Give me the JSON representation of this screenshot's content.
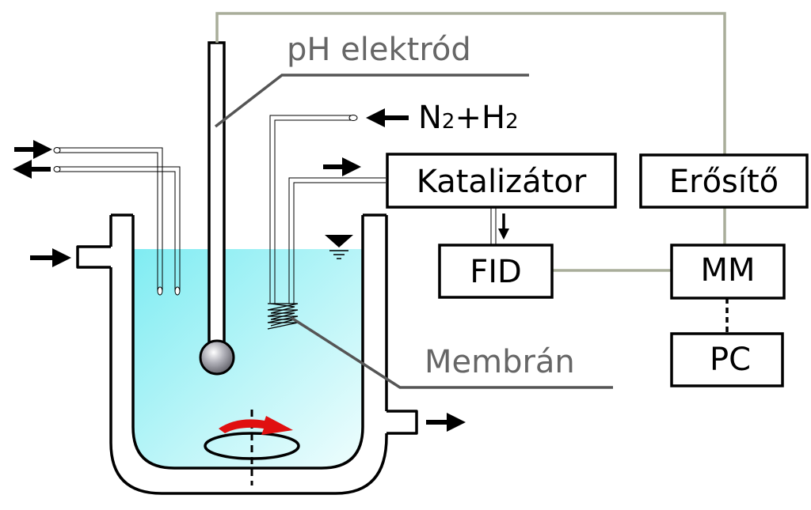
{
  "labels": {
    "ph_electrode": "pH elektród",
    "gas_main_n": "N",
    "gas_sub_n": "2",
    "gas_plus": "+",
    "gas_main_h": "H",
    "gas_sub_h": "2",
    "membrane": "Membrán"
  },
  "boxes": {
    "catalyst": "Katalizátor",
    "amplifier": "Erősítő",
    "fid": "FID",
    "mm": "MM",
    "pc": "PC"
  },
  "colors": {
    "liquid_top": "#7fecf2",
    "liquid_bottom": "#effdfd",
    "signal_wire": "#a9ad9a",
    "leader_line": "#555555",
    "label_gray": "#666666",
    "stir_arrow": "#e01010",
    "electrode_bulb": "#8f8f98"
  }
}
